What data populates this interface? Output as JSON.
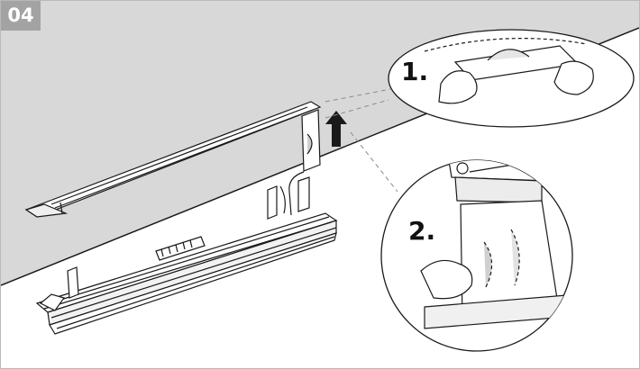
{
  "step": {
    "number": "04"
  },
  "callouts": [
    {
      "label": "1."
    },
    {
      "label": "2."
    }
  ],
  "colors": {
    "ceiling": "#d8d8d8",
    "badge": "#a3a3a3",
    "line": "#1a1a1a"
  },
  "icons": [
    "hand-icon",
    "up-arrow-icon",
    "sensor-dome-icon"
  ]
}
